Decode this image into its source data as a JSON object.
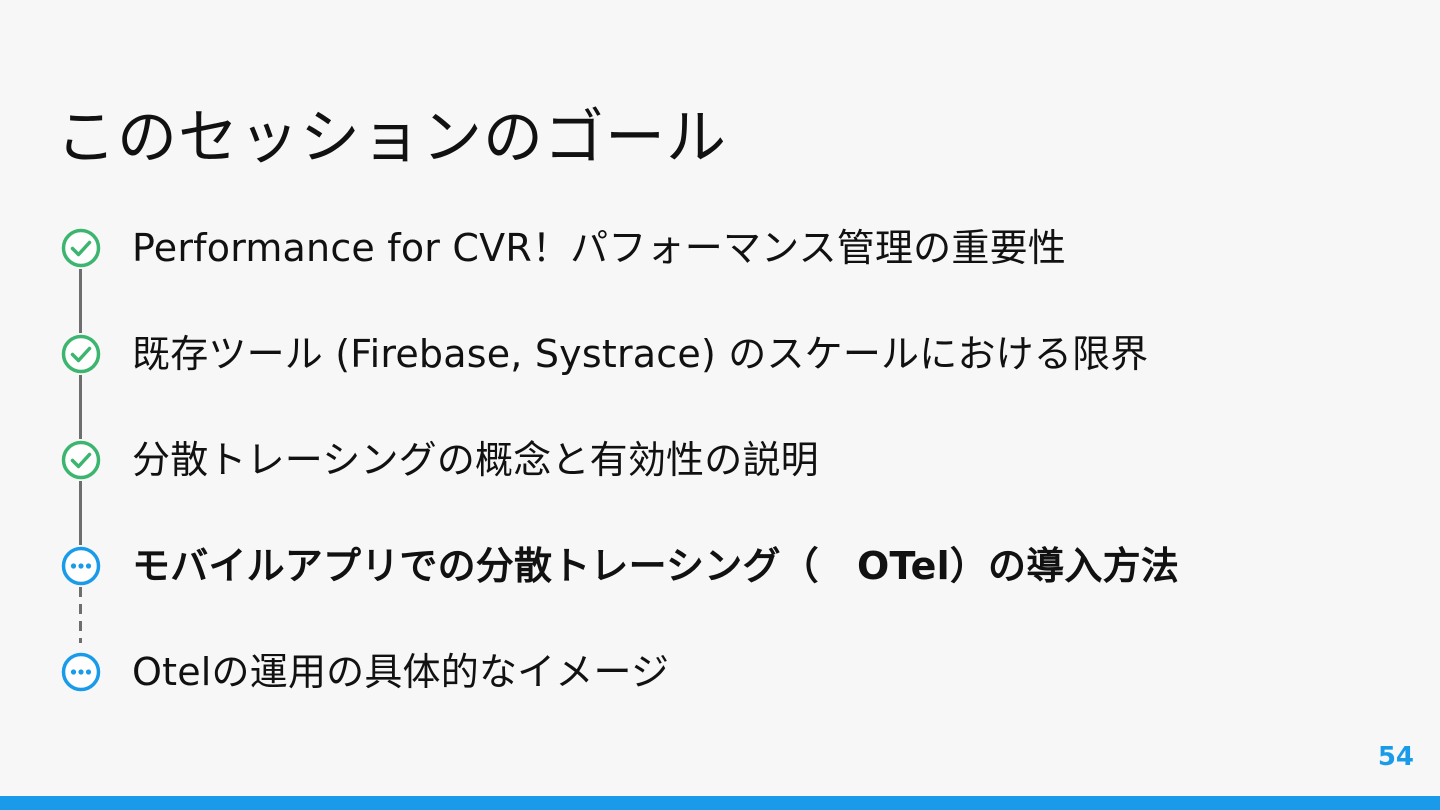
{
  "slide": {
    "title": "このセッションのゴール",
    "page_number": "54"
  },
  "colors": {
    "done": "#3cb56f",
    "pending": "#1a9bea",
    "accent_bar": "#1a9bea",
    "connector": "#6e6e6e"
  },
  "goals": [
    {
      "label": "Performance for CVR！パフォーマンス管理の重要性",
      "status": "done",
      "icon": "check-circle-icon"
    },
    {
      "label": "既存ツール (Firebase, Systrace) のスケールにおける限界",
      "status": "done",
      "icon": "check-circle-icon"
    },
    {
      "label": "分散トレーシングの概念と有効性の説明",
      "status": "done",
      "icon": "check-circle-icon"
    },
    {
      "label": "モバイルアプリでの分散トレーシング（　OTel）の導入方法",
      "status": "current",
      "icon": "ellipsis-circle-icon"
    },
    {
      "label": "Otelの運用の具体的なイメージ",
      "status": "pending",
      "icon": "ellipsis-circle-icon"
    }
  ]
}
